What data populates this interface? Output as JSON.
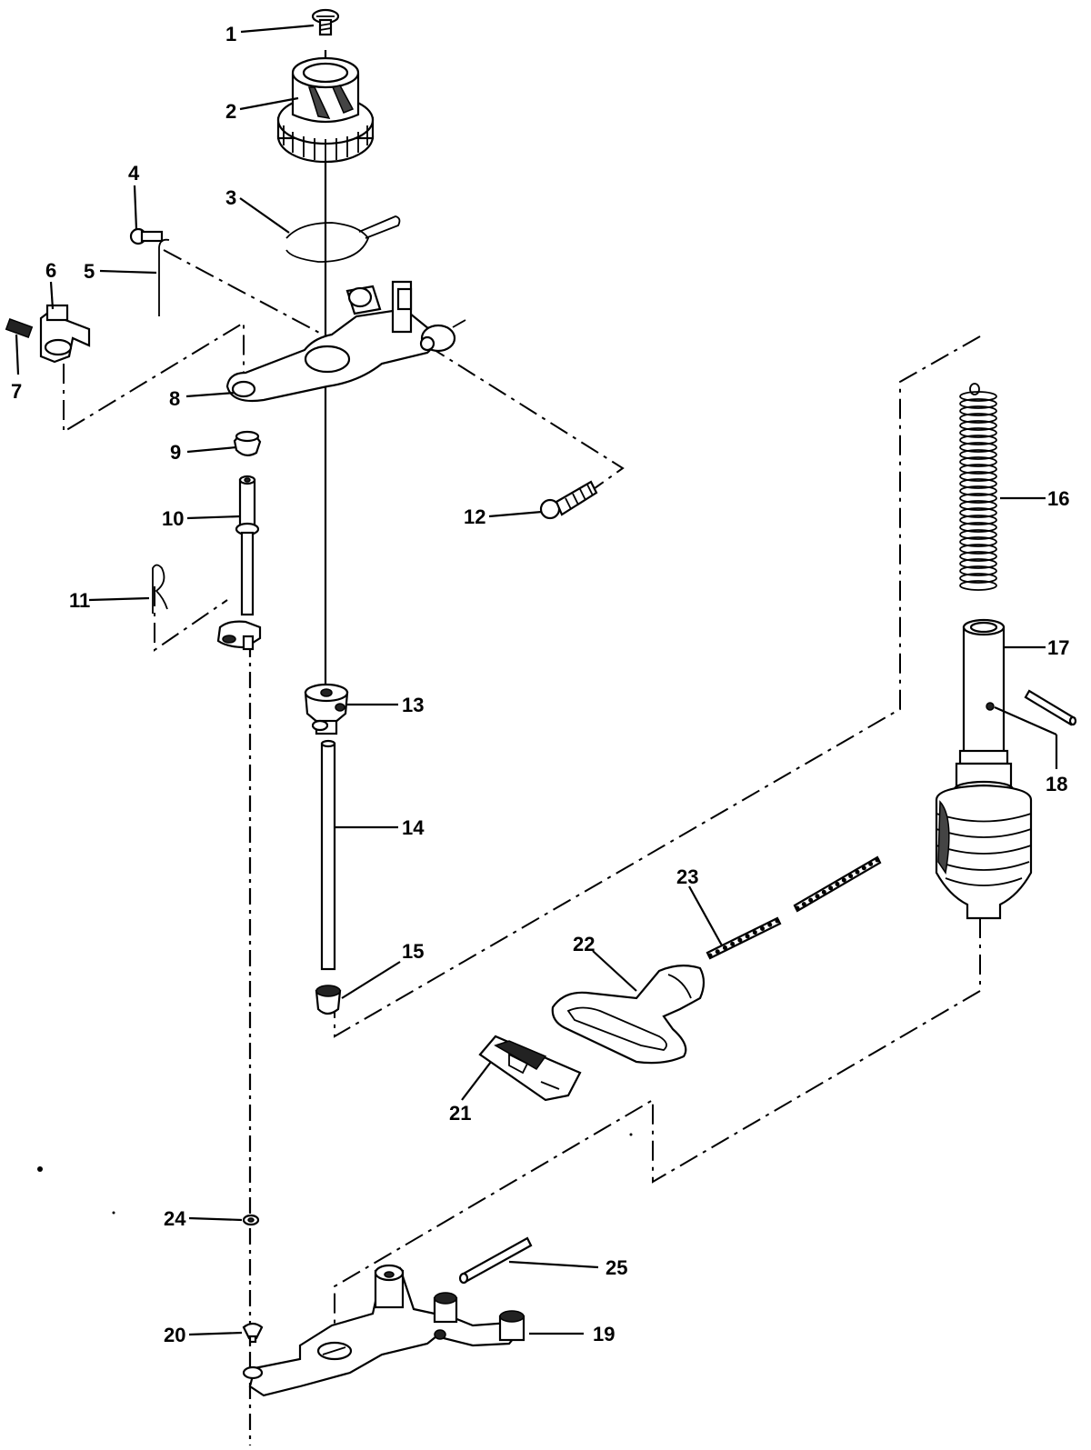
{
  "parts": [
    {
      "id": "1"
    },
    {
      "id": "2"
    },
    {
      "id": "3"
    },
    {
      "id": "4"
    },
    {
      "id": "5"
    },
    {
      "id": "6"
    },
    {
      "id": "7"
    },
    {
      "id": "8"
    },
    {
      "id": "9"
    },
    {
      "id": "10"
    },
    {
      "id": "11"
    },
    {
      "id": "12"
    },
    {
      "id": "13"
    },
    {
      "id": "14"
    },
    {
      "id": "15"
    },
    {
      "id": "16"
    },
    {
      "id": "17"
    },
    {
      "id": "18"
    },
    {
      "id": "19"
    },
    {
      "id": "20"
    },
    {
      "id": "21"
    },
    {
      "id": "22"
    },
    {
      "id": "23"
    },
    {
      "id": "24"
    },
    {
      "id": "25"
    }
  ]
}
